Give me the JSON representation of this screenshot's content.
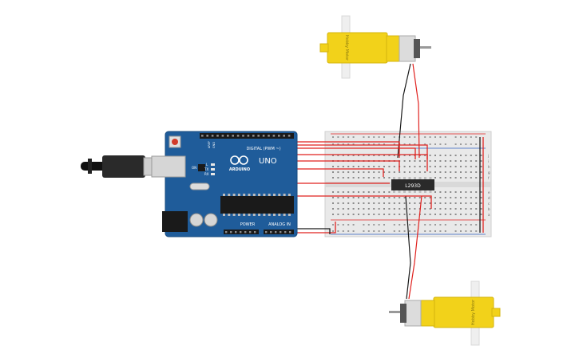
{
  "board": {
    "brand": "ARDUINO",
    "model": "UNO",
    "digital_label": "DIGITAL (PWM ~)",
    "power_label": "POWER",
    "analog_label": "ANALOG IN",
    "tx_label": "TX",
    "rx_label": "RX",
    "l_label": "L",
    "aref_label": "AREF",
    "gnd_label": "GND",
    "on_label": "ON"
  },
  "driver_chip": {
    "label": "L293D"
  },
  "motors": {
    "top_label": "Hobby Motor",
    "bottom_label": "Hobby Motor"
  },
  "breadboard": {
    "row_letters_right_top": [
      "j",
      "i",
      "h",
      "g",
      "f"
    ],
    "row_letters_right_bottom": [
      "e",
      "d",
      "c",
      "b",
      "a"
    ],
    "rail_plus": "+",
    "rail_minus": "-"
  },
  "colors": {
    "board_blue": "#1f5c9a",
    "wire_red": "#e0221f",
    "wire_black": "#1a1a1a",
    "motor_yellow": "#f2d21a",
    "breadboard": "#e9e9e9"
  }
}
